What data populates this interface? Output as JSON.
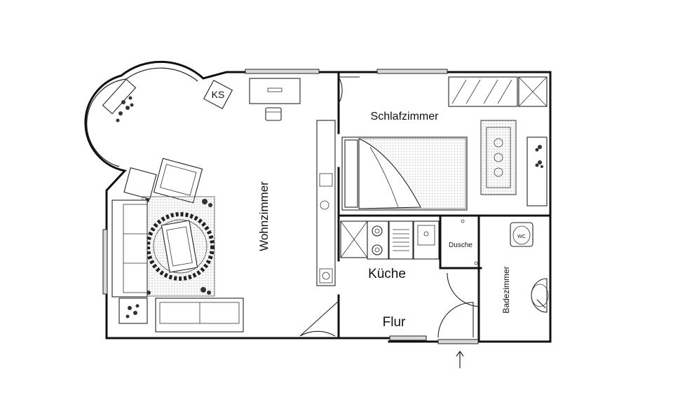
{
  "rooms": {
    "wohnzimmer": "Wohnzimmer",
    "schlafzimmer": "Schlafzimmer",
    "kueche": "Küche",
    "flur": "Flur",
    "dusche": "Dusche",
    "badezimmer": "Badezimmer"
  },
  "fixtures": {
    "ks": "KS",
    "wc": "WC"
  },
  "icons": {
    "entrance": "arrow-up-icon",
    "plants": "plant-icon"
  }
}
